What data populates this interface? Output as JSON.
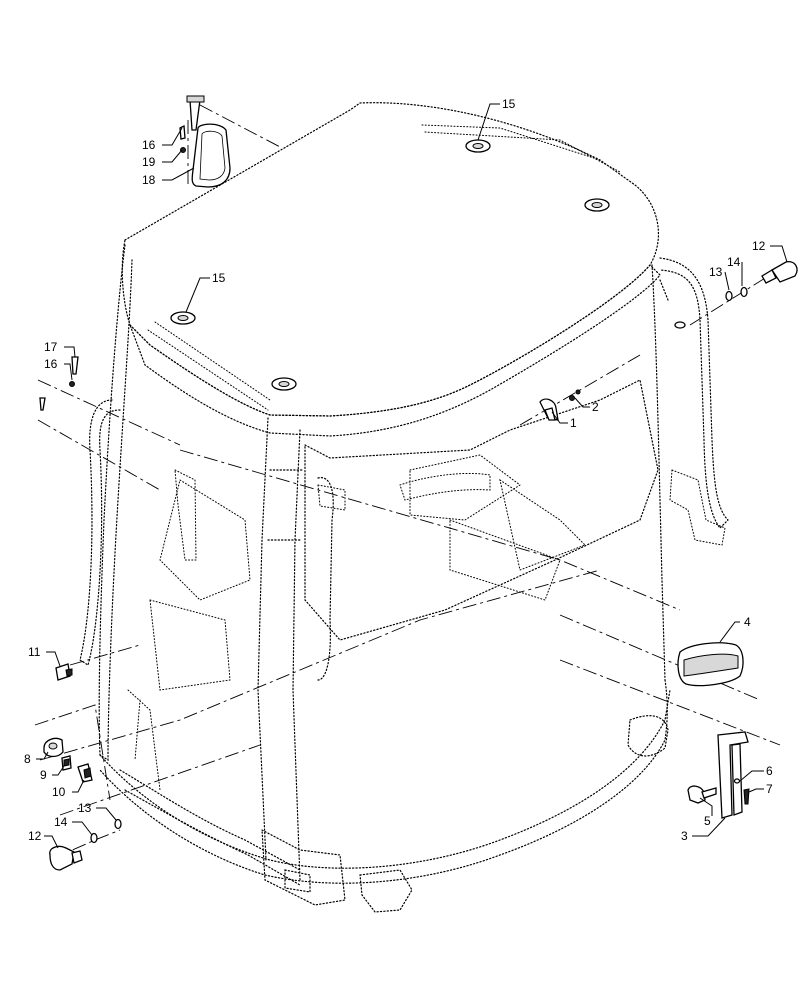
{
  "callouts": {
    "c1": "1",
    "c2": "2",
    "c3": "3",
    "c4": "4",
    "c5": "5",
    "c6": "6",
    "c7": "7",
    "c8": "8",
    "c9": "9",
    "c10": "10",
    "c11": "11",
    "c12a": "12",
    "c12b": "12",
    "c13a": "13",
    "c13b": "13",
    "c14a": "14",
    "c14b": "14",
    "c15a": "15",
    "c15b": "15",
    "c16a": "16",
    "c16b": "16",
    "c17": "17",
    "c18": "18",
    "c19": "19"
  }
}
